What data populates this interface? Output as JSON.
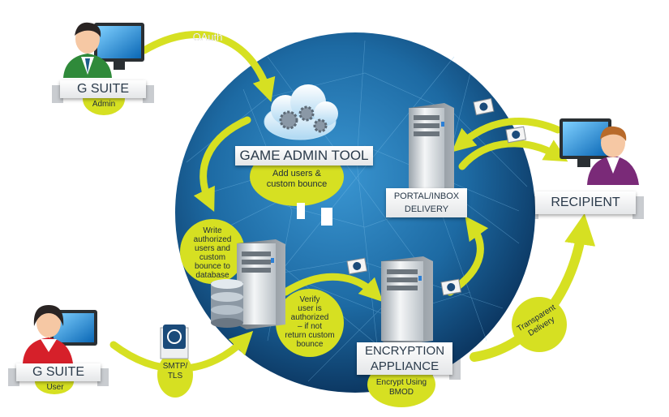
{
  "oauth": "OAuth",
  "gsuite_admin": {
    "title": "G SUITE",
    "sub": "Admin"
  },
  "gsuite_user": {
    "title": "G SUITE",
    "sub": "User"
  },
  "game_admin_tool": "GAME ADMIN TOOL",
  "add_users": [
    "Add users &",
    "custom bounce"
  ],
  "write_db": [
    "Write",
    "authorized",
    "users and",
    "custom",
    "bounce to",
    "database"
  ],
  "verify": [
    "Verify",
    "user is",
    "authorized",
    "– if not",
    "return custom",
    "bounce"
  ],
  "portal": [
    "PORTAL/INBOX",
    "DELIVERY"
  ],
  "recipient": "RECIPIENT",
  "encryption": [
    "ENCRYPTION",
    "APPLIANCE"
  ],
  "encrypt_using": [
    "Encrypt Using",
    "BMOD"
  ],
  "smtp": [
    "SMTP/",
    "TLS"
  ],
  "transparent": [
    "Transparent",
    "Delivery"
  ],
  "colors": {
    "accent": "#d6e022",
    "globe": "#1f6fa8",
    "globe_dark": "#0d3a66"
  }
}
